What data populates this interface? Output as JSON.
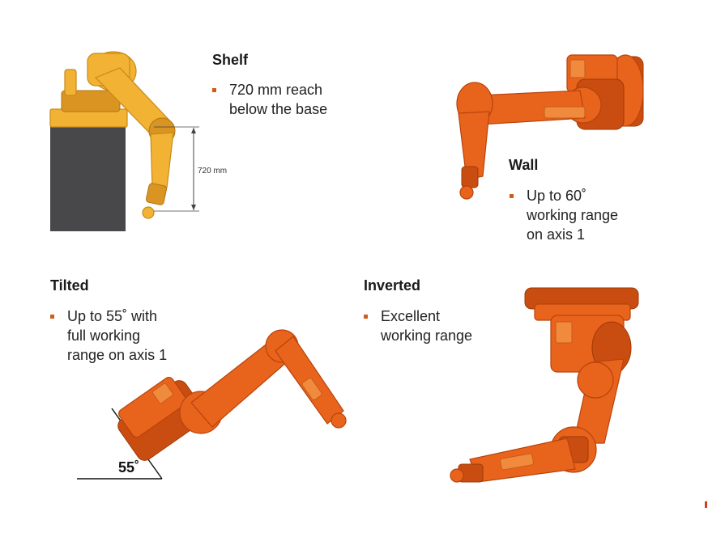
{
  "shelf": {
    "title": "Shelf",
    "bullet_lines": [
      "720 mm reach",
      "below the base"
    ],
    "dimension_label": "720 mm"
  },
  "wall": {
    "title": "Wall",
    "bullet_lines": [
      "Up to 60˚",
      "working range",
      "on axis 1"
    ]
  },
  "tilted": {
    "title": "Tilted",
    "bullet_lines": [
      "Up to 55˚ with",
      "full working",
      "range on axis 1"
    ],
    "angle_label": "55˚"
  },
  "inverted": {
    "title": "Inverted",
    "bullet_lines": [
      "Excellent",
      "working range"
    ]
  },
  "colors": {
    "robot_orange": "#e8641c",
    "robot_yellow": "#f2b233",
    "bullet_accent": "#d25a1a",
    "shelf_block": "#48484a"
  }
}
